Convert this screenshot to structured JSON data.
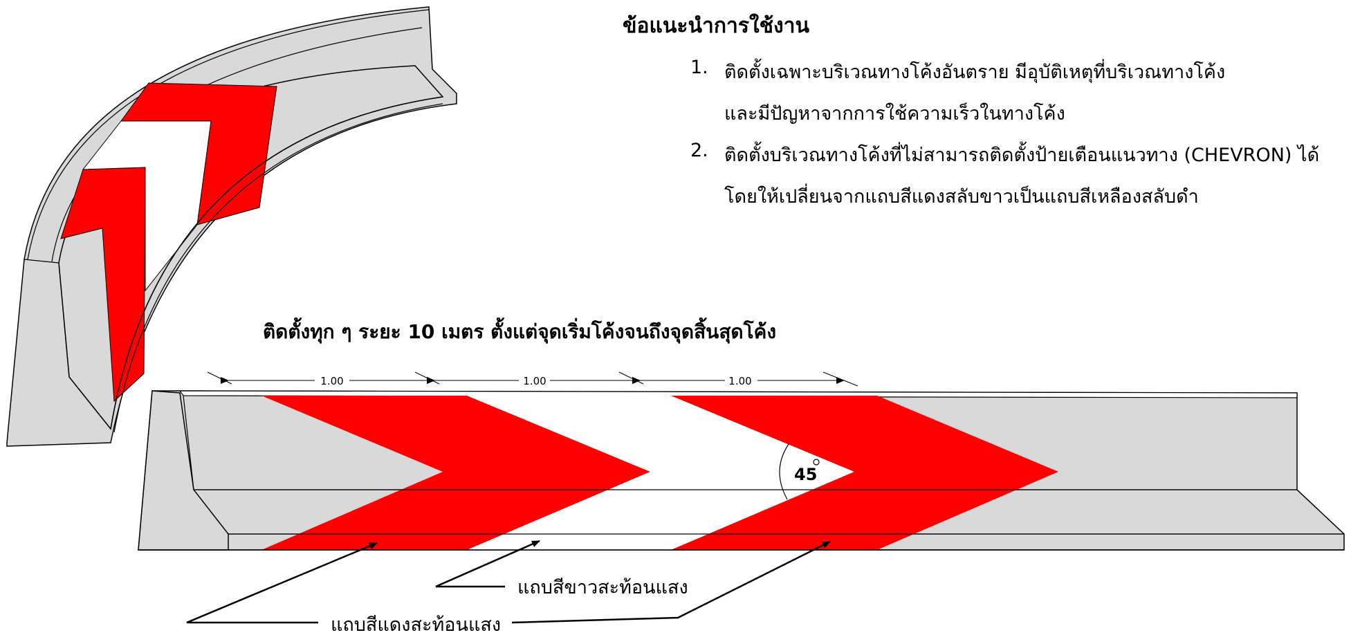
{
  "instructions": {
    "title": "ข้อแนะนำการใช้งาน",
    "items": [
      {
        "number": "1.",
        "lines": [
          "ติดตั้งเฉพาะบริเวณทางโค้งอันตราย มีอุบัติเหตุที่บริเวณทางโค้ง",
          "และมีปัญหาจากการใช้ความเร็วในทางโค้ง"
        ]
      },
      {
        "number": "2.",
        "lines": [
          "ติดตั้งบริเวณทางโค้งที่ไม่สามารถติดตั้งป้ายเตือนแนวทาง (CHEVRON) ได้",
          "โดยให้เปลี่ยนจากแถบสีแดงสลับขาวเป็นแถบสีเหลืองสลับดำ"
        ]
      }
    ]
  },
  "spacing_note": "ติดตั้งทุก ๆ ระยะ 10 เมตร ตั้งแต่จุดเริ่มโค้งจนถึงจุดสิ้นสุดโค้ง",
  "dimensions": [
    "1.00",
    "1.00",
    "1.00"
  ],
  "angle_label": "45",
  "labels": {
    "white_stripe": "แถบสีขาวสะท้อนแสง",
    "red_stripe": "แถบสีแดงสะท้อนแสง"
  },
  "colors": {
    "barrier_gray": "#d9d9d9",
    "stripe_red": "#ff0000",
    "stripe_white": "#ffffff",
    "outline": "#000000"
  }
}
